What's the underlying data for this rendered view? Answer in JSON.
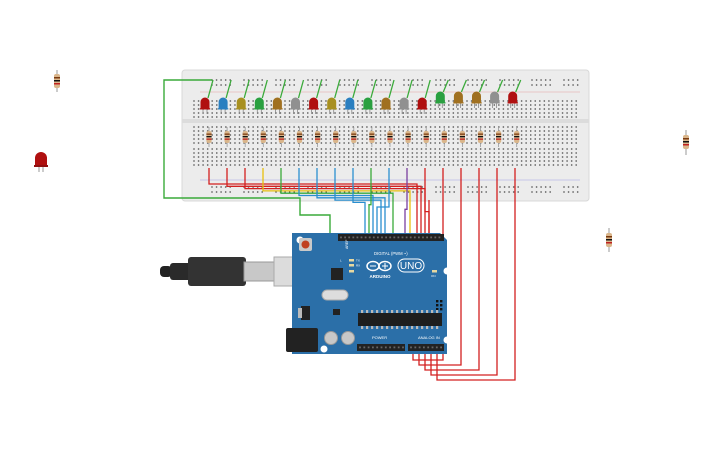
{
  "board": {
    "brand": "ARDUINO",
    "model": "UNO",
    "digital_label": "DIGITAL (PWM ~)",
    "analog_label": "ANALOG IN",
    "power_label": "POWER",
    "icsp_label": "ICSP",
    "tx_label": "TX",
    "rx_label": "RX",
    "l_label": "L",
    "on_label": "ON",
    "aref_label": "AREF",
    "gnd_label": "GND"
  },
  "colors": {
    "board": "#2b6fa8",
    "breadboard": "#ececec",
    "wire_red": "#d32020",
    "wire_green": "#3aaa3a",
    "wire_blue": "#2a8fd0",
    "wire_yellow": "#e8c010",
    "wire_orange": "#e8882a",
    "wire_purple": "#7a3fa0",
    "led_colors": [
      "#b01010",
      "#2a7fc0",
      "#a89020",
      "#2aa040",
      "#a07020",
      "#909090",
      "#b01010",
      "#a89020",
      "#2a7fc0",
      "#2aa040",
      "#a07020",
      "#909090",
      "#b01010",
      "#2aa040",
      "#a07020",
      "#a07020",
      "#909090",
      "#b01010"
    ]
  },
  "components": {
    "led_count": 18,
    "resistor_count": 18,
    "loose_parts": [
      "resistor",
      "led",
      "resistor",
      "resistor"
    ],
    "icons": [
      "usb-cable-icon",
      "reset-button-icon",
      "arduino-logo-icon",
      "chip-icon"
    ]
  }
}
